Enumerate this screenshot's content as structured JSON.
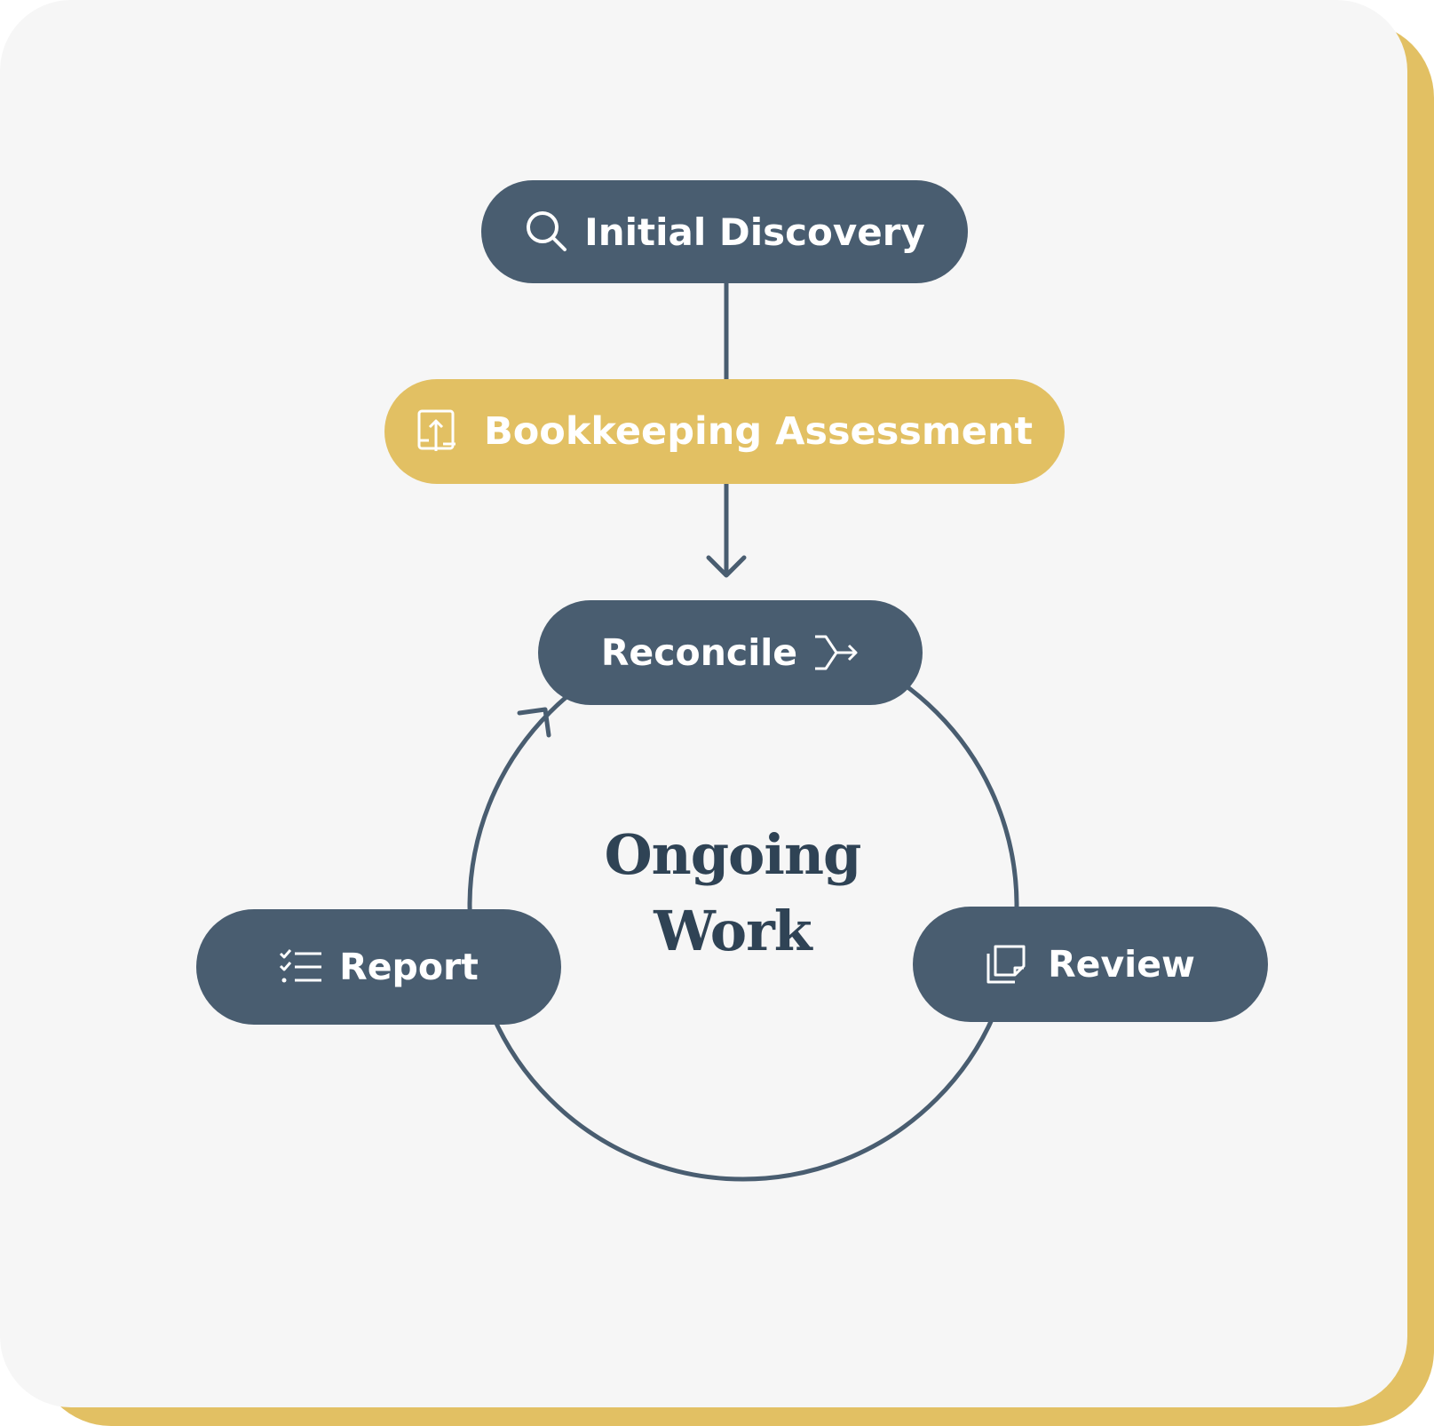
{
  "colors": {
    "dark": "#495d70",
    "gold": "#e2c063",
    "background": "#f6f6f6",
    "heading": "#2f4355",
    "text_on_pill": "#ffffff"
  },
  "steps": {
    "discovery": {
      "label": "Initial Discovery",
      "icon": "search-icon"
    },
    "assessment": {
      "label": "Bookkeeping Assessment",
      "icon": "document-upload-icon"
    },
    "reconcile": {
      "label": "Reconcile",
      "icon": "merge-arrow-icon"
    },
    "report": {
      "label": "Report",
      "icon": "checklist-icon"
    },
    "review": {
      "label": "Review",
      "icon": "copy-pages-icon"
    }
  },
  "cycle": {
    "line1": "Ongoing",
    "line2": "Work"
  }
}
